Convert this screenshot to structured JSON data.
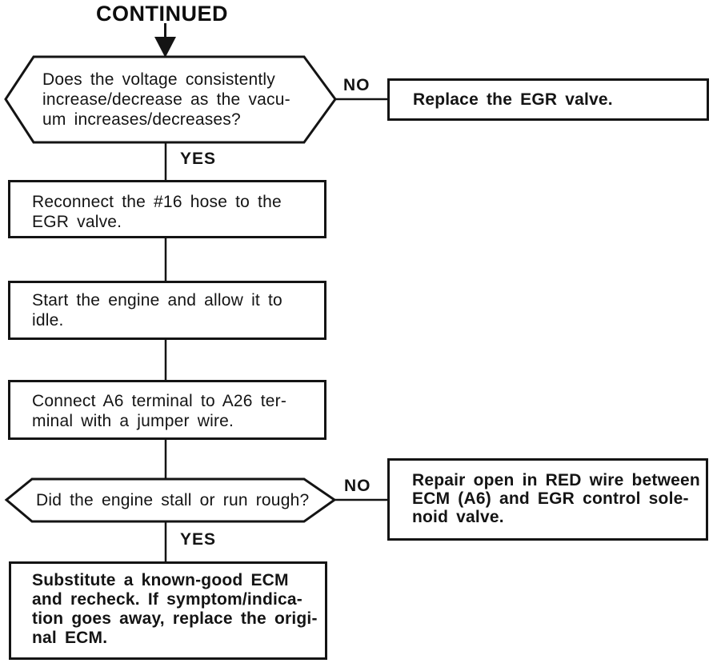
{
  "title": "CONTINUED",
  "labels": {
    "yes": "YES",
    "no": "NO"
  },
  "colors": {
    "ink": "#141414",
    "paper": "#ffffff"
  },
  "nodes": {
    "decision_voltage": {
      "shape": "hexagon",
      "lines": [
        "Does the voltage consistently",
        "increase/decrease as the vacu-",
        "um increases/decreases?"
      ]
    },
    "replace_egr": {
      "shape": "rect",
      "lines": [
        "Replace the EGR valve."
      ]
    },
    "reconnect_hose": {
      "shape": "rect",
      "lines": [
        "Reconnect the #16 hose to the",
        "EGR valve."
      ]
    },
    "start_engine": {
      "shape": "rect",
      "lines": [
        "Start the engine and allow it to",
        "idle."
      ]
    },
    "connect_jumper": {
      "shape": "rect",
      "lines": [
        "Connect A6 terminal to A26 ter-",
        "minal with a jumper wire."
      ]
    },
    "decision_stall": {
      "shape": "hexagon",
      "lines": [
        "Did the engine stall or run rough?"
      ]
    },
    "repair_red_wire": {
      "shape": "rect",
      "lines": [
        "Repair open in RED wire between",
        "ECM (A6) and EGR control sole-",
        "noid valve."
      ]
    },
    "substitute_ecm": {
      "shape": "rect",
      "lines": [
        "Substitute a known-good ECM",
        "and recheck. If symptom/indica-",
        "tion goes away, replace the origi-",
        "nal ECM."
      ]
    }
  }
}
